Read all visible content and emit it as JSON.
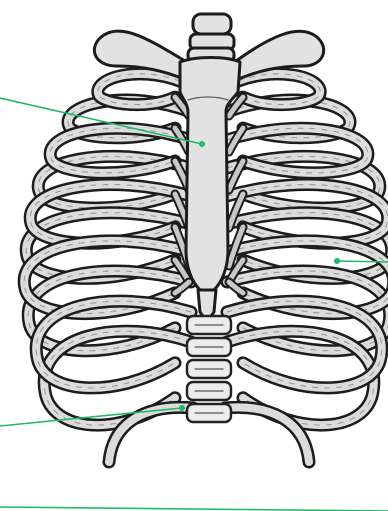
{
  "figure": {
    "subject": "rib-cage-anterior",
    "colors": {
      "background": "#ffffff",
      "bone": "#e2e2e2",
      "outline": "#1c1c1c",
      "leader": "#22b86a"
    },
    "leader_lines": [
      {
        "id": "sternum",
        "target": "sternum"
      },
      {
        "id": "costal-cartilage",
        "target": "costal-cartilage"
      },
      {
        "id": "vertebra",
        "target": "thoracic-vertebra"
      },
      {
        "id": "bottom",
        "target": "baseline"
      }
    ]
  }
}
